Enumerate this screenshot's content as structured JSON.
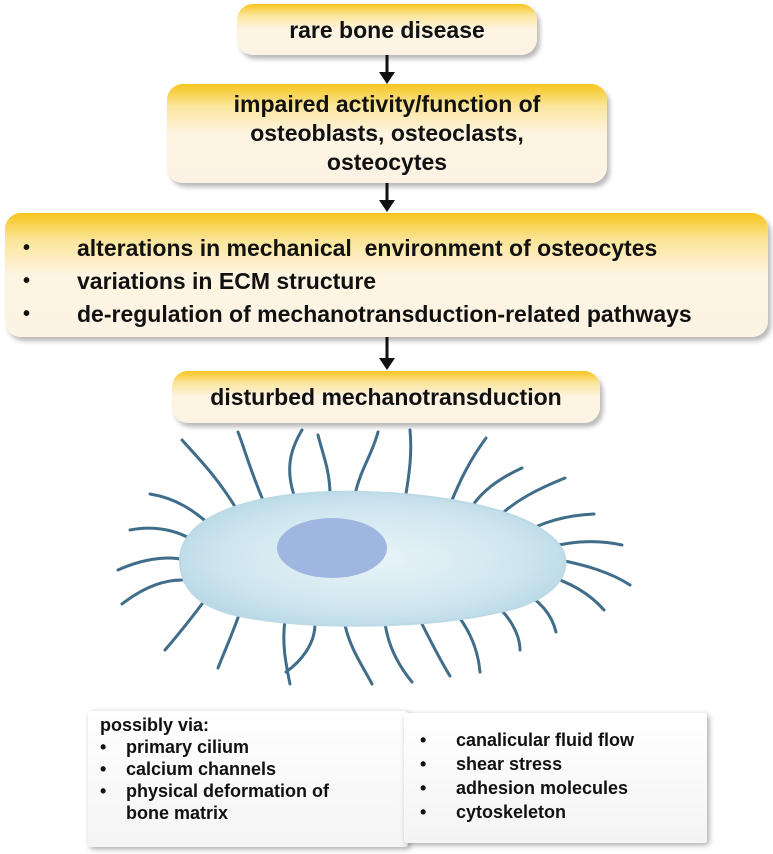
{
  "boxes": {
    "top": "rare bone disease",
    "second_lines": [
      "impaired activity/function of",
      "osteoblasts, osteoclasts,",
      "osteocytes"
    ],
    "third_items": [
      "alterations in mechanical  environment of osteocytes",
      "variations in ECM structure",
      "de-regulation of mechanotransduction-related pathways"
    ],
    "fourth": "disturbed mechanotransduction"
  },
  "bullet": "•",
  "panel_left": {
    "heading": "possibly via:",
    "items": [
      "primary cilium",
      "calcium channels",
      "physical deformation of"
    ],
    "continuation": "bone matrix"
  },
  "panel_right": {
    "items": [
      "canalicular fluid flow",
      "shear stress",
      "adhesion molecules",
      "cytoskeleton"
    ]
  },
  "colors": {
    "box_top": "#f7c51c",
    "box_body": "#fdf3e4",
    "cell_body": "#d6ebf3",
    "nucleus": "#9fb7e0",
    "process": "#3f6d8a",
    "arrow": "#111111"
  },
  "icons": {
    "arrows": "down-arrow-icon",
    "cell": "osteocyte-illustration"
  }
}
